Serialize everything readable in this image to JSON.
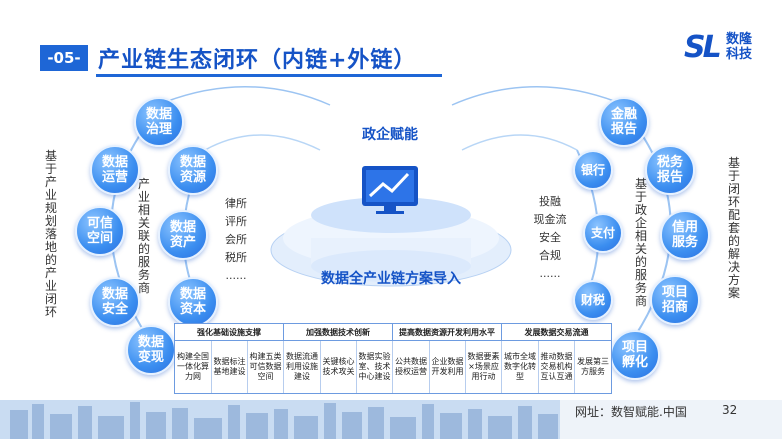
{
  "header": {
    "section_number": "-05-",
    "title": "产业链生态闭环（内链+外链）",
    "logo_text": "数隆科技",
    "logo_mark": "SL"
  },
  "left_label": "基于产业规划落地的产业闭环",
  "left_inner_label": "产业相关联的服务商",
  "right_label": "基于闭环配套的解决方案",
  "right_inner_label": "基于政企相关的服务商",
  "left_outer_circles": [
    "数据治理",
    "数据运营",
    "可信空间",
    "数据安全",
    "数据变现"
  ],
  "left_inner_circles": [
    "数据资源",
    "数据资产",
    "数据资本"
  ],
  "right_outer_circles": [
    "金融报告",
    "税务报告",
    "信用服务",
    "项目招商",
    "项目孵化"
  ],
  "right_inner_circles": [
    "银行",
    "支付",
    "财税"
  ],
  "left_services": [
    "律所",
    "评所",
    "会所",
    "税所",
    "......"
  ],
  "right_services": [
    "投融",
    "现金流",
    "安全",
    "合规",
    "......"
  ],
  "center": {
    "top_label": "政企赋能",
    "banner": "数据全产业链方案导入"
  },
  "table": {
    "headers": [
      "强化基础设施支撑",
      "加强数据技术创新",
      "提高数据资源开发利用水平",
      "发展数据交易流通"
    ],
    "cells": [
      "构建全国一体化算力网",
      "数据标注基地建设",
      "构建五类可信数据空间",
      "数据流通利用设施建设",
      "关键核心技术攻关",
      "数据实验室、技术中心建设",
      "公共数据授权运营",
      "企业数据开发利用",
      "数据要素×场景应用行动",
      "城市全域数字化转型",
      "推动数据交易机构互认互通",
      "发展第三方服务"
    ]
  },
  "footer": {
    "url_text": "网址：数智赋能.中国",
    "page_number": "32"
  },
  "colors": {
    "brand_blue": "#1553c6",
    "circle_blue": "#3b8ef0",
    "accent_blue": "#1e66d6"
  }
}
